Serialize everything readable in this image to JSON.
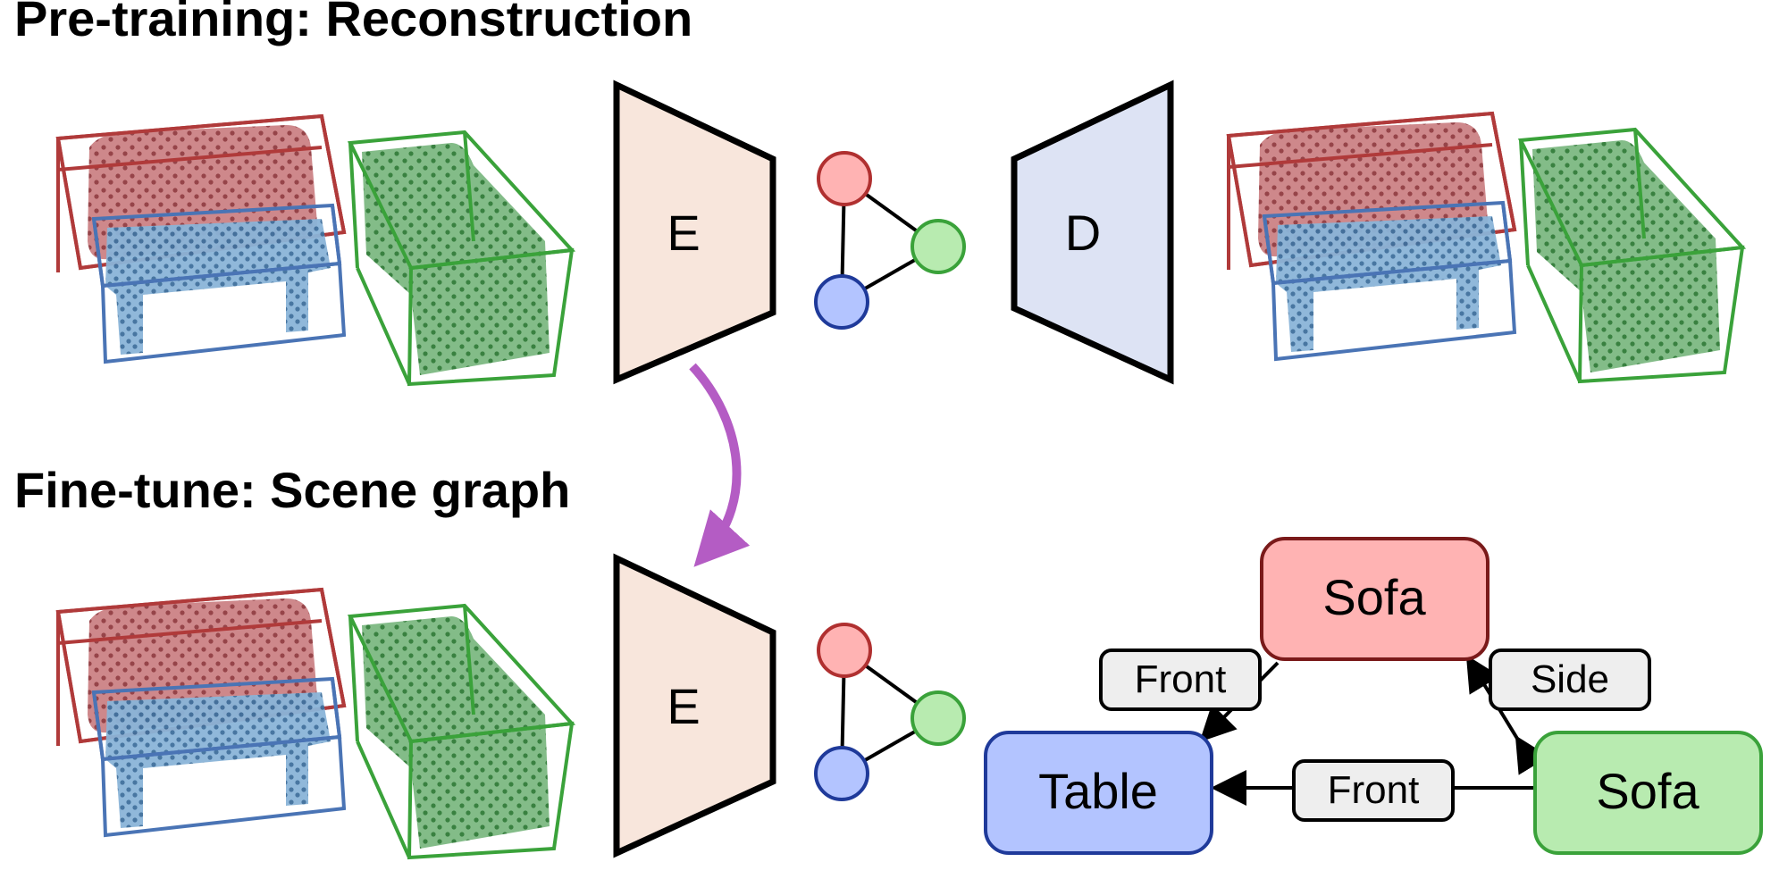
{
  "sections": {
    "pretrain_title": "Pre-training: Reconstruction",
    "finetune_title": "Fine-tune: Scene graph"
  },
  "networks": {
    "encoder_label": "E",
    "decoder_label": "D"
  },
  "scene_graph": {
    "nodes": {
      "sofa_top": "Sofa",
      "table": "Table",
      "sofa_right": "Sofa"
    },
    "edges": {
      "sofa_to_table": "Front",
      "sofa_to_sofa": "Side",
      "sofa_right_to_table": "Front"
    }
  },
  "colors": {
    "red_object": "#b03a3a",
    "red_fill": "#c97b7e",
    "blue_object": "#4a74b5",
    "blue_fill": "#8ab4d8",
    "green_object": "#3aa23a",
    "green_fill": "#7cb882",
    "encoder_fill": "#f8e6dc",
    "decoder_fill": "#dde3f4",
    "transfer_arrow": "#b45cc4",
    "node_red": "#ffb3b3",
    "node_blue": "#b3c4ff",
    "node_green": "#b8ebb0",
    "edge_label_fill": "#eeeeee"
  }
}
